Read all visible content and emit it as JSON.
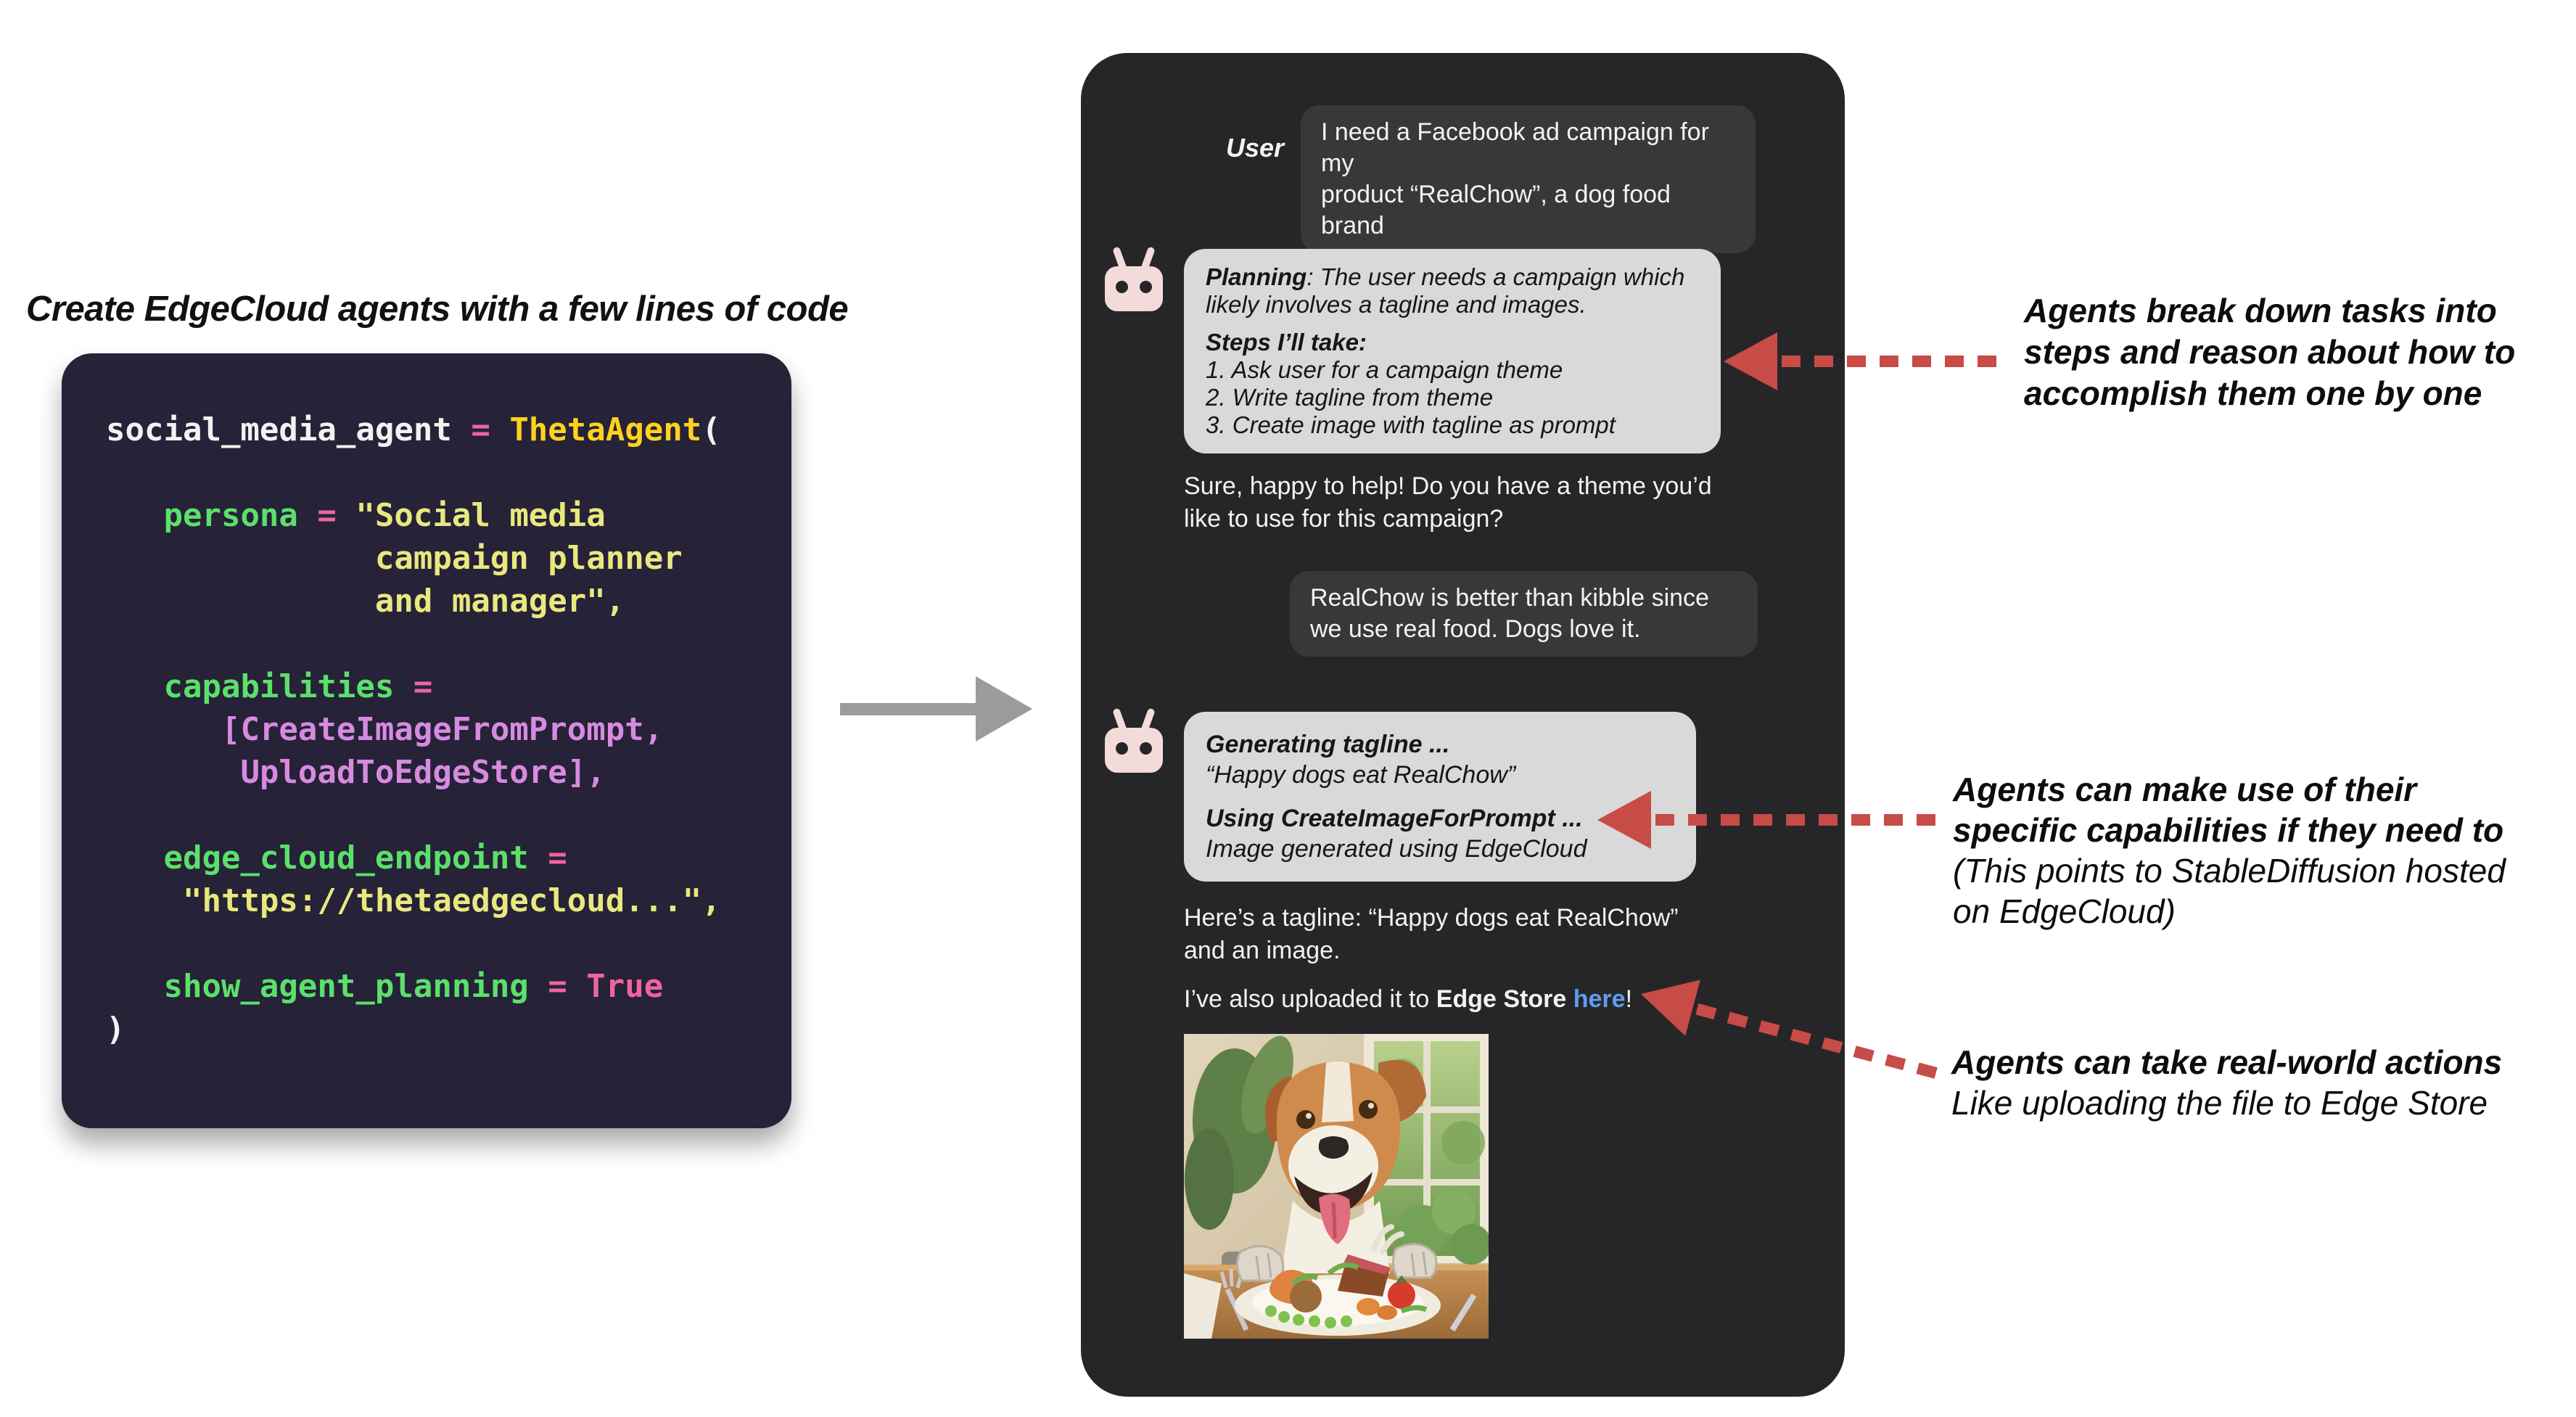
{
  "title": "Create EdgeCloud agents with a few lines of code",
  "colors": {
    "page_bg": "#ffffff",
    "code_bg": "#262238",
    "panel_bg": "#262628",
    "bubble_dark": "#38383a",
    "bubble_light": "#d9d9d9",
    "avatar_pink": "#f3dbd9",
    "callout_red": "#c74b47",
    "link_blue": "#5f9df0",
    "flow_arrow_gray": "#9b9b9b",
    "code_green": "#5be06a",
    "code_gold": "#ffd21e",
    "code_pink": "#f064a0",
    "code_string_yellow": "#e9e87e",
    "code_purple": "#d78ae0"
  },
  "icons": {
    "bot_avatar": "robot-icon",
    "flow_arrow": "arrow-right-icon",
    "callout_arrow": "dashed-arrow-left-icon",
    "chat_image": "dog-photo"
  },
  "code": {
    "lines": [
      [
        {
          "t": "social_media_agent ",
          "c": "w"
        },
        {
          "t": "= ",
          "c": "p"
        },
        {
          "t": "ThetaAgent",
          "c": "g"
        },
        {
          "t": "(",
          "c": "w"
        }
      ],
      [],
      [
        {
          "t": "   ",
          "c": "w"
        },
        {
          "t": "persona ",
          "c": "gr"
        },
        {
          "t": "= ",
          "c": "p"
        },
        {
          "t": "\"Social media",
          "c": "y"
        }
      ],
      [
        {
          "t": "              campaign planner",
          "c": "y"
        }
      ],
      [
        {
          "t": "              and manager\",",
          "c": "y"
        }
      ],
      [],
      [
        {
          "t": "   ",
          "c": "w"
        },
        {
          "t": "capabilities ",
          "c": "gr"
        },
        {
          "t": "=",
          "c": "p"
        }
      ],
      [
        {
          "t": "      ",
          "c": "w"
        },
        {
          "t": "[CreateImageFromPrompt,",
          "c": "pu"
        }
      ],
      [
        {
          "t": "       ",
          "c": "w"
        },
        {
          "t": "UploadToEdgeStore],",
          "c": "pu"
        }
      ],
      [],
      [
        {
          "t": "   ",
          "c": "w"
        },
        {
          "t": "edge_cloud_endpoint ",
          "c": "gr"
        },
        {
          "t": "=",
          "c": "p"
        }
      ],
      [
        {
          "t": "    ",
          "c": "w"
        },
        {
          "t": "\"https://thetaedgecloud...\",",
          "c": "y"
        }
      ],
      [],
      [
        {
          "t": "   ",
          "c": "w"
        },
        {
          "t": "show_agent_planning ",
          "c": "gr"
        },
        {
          "t": "= ",
          "c": "p"
        },
        {
          "t": "True",
          "c": "p"
        }
      ],
      [
        {
          "t": ")",
          "c": "w"
        }
      ]
    ]
  },
  "chat": {
    "user_label": "User",
    "msg_user1": {
      "lines": [
        "I need a Facebook ad campaign for my",
        "product “RealChow”, a dog food brand"
      ]
    },
    "plan1": {
      "planning_bold": "Planning",
      "planning_rest1": ": The user needs a campaign which",
      "planning_rest2": "likely involves a tagline and images.",
      "steps_title": "Steps I’ll take:",
      "steps": [
        "1. Ask user for a campaign theme",
        "2. Write tagline from theme",
        "3. Create image with tagline as prompt"
      ]
    },
    "msg_bot1": {
      "lines": [
        "Sure, happy to help! Do you have a theme you’d",
        "like to use for this campaign?"
      ]
    },
    "msg_user2": {
      "lines": [
        "RealChow is better than kibble since",
        "we use real food. Dogs love it."
      ]
    },
    "plan2": {
      "gen_bold": "Generating tagline ...",
      "gen_line": "“Happy dogs eat RealChow”",
      "use_bold": "Using CreateImageForPrompt ...",
      "use_line": "Image generated using EdgeCloud"
    },
    "msg_bot2": {
      "lines": [
        "Here’s a tagline: “Happy dogs eat RealChow”",
        "and an image."
      ]
    },
    "msg_bot3": {
      "prefix": "I’ve also uploaded it to ",
      "bold": "Edge Store",
      "space": " ",
      "link": "here",
      "suffix": "!"
    }
  },
  "annotations": [
    {
      "bold_lines": [
        "Agents break down tasks into",
        "steps and reason about how to",
        "accomplish them one by one"
      ],
      "regular_lines": []
    },
    {
      "bold_lines": [
        "Agents can make use of their",
        "specific capabilities if they need to"
      ],
      "regular_lines": [
        "(This points to StableDiffusion hosted",
        "on EdgeCloud)"
      ]
    },
    {
      "bold_lines": [
        "Agents can take real-world actions"
      ],
      "regular_lines": [
        "Like uploading the file to Edge Store"
      ]
    }
  ]
}
